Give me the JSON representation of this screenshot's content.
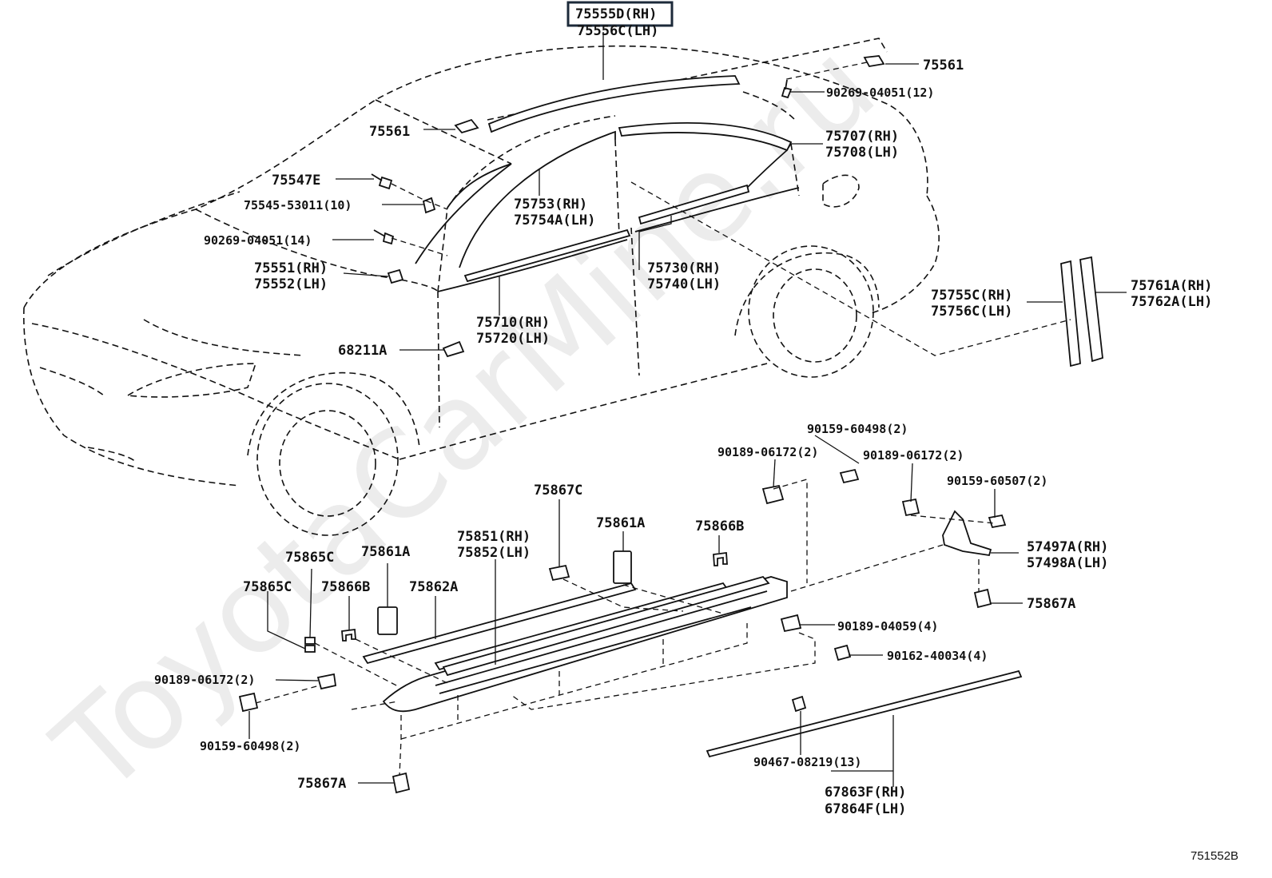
{
  "watermark": "ToyotaCarMine.ru",
  "diagram_ref": "751552B",
  "parts": {
    "p75555D": "75555D(RH)",
    "p75556C": "75556C(LH)",
    "p75561_top": "75561",
    "p90269_12": "90269-04051(12)",
    "p75561_left": "75561",
    "p75707": "75707(RH)",
    "p75708": "75708(LH)",
    "p75547E": "75547E",
    "p75545": "75545-53011(10)",
    "p75753": "75753(RH)",
    "p75754A": "75754A(LH)",
    "p90269_14": "90269-04051(14)",
    "p75551": "75551(RH)",
    "p75552": "75552(LH)",
    "p75730": "75730(RH)",
    "p75740": "75740(LH)",
    "p75755C": "75755C(RH)",
    "p75756C": "75756C(LH)",
    "p75761A": "75761A(RH)",
    "p75762A": "75762A(LH)",
    "p75710": "75710(RH)",
    "p75720": "75720(LH)",
    "p68211A": "68211A",
    "p90159_60498_top": "90159-60498(2)",
    "p90189_06172_a": "90189-06172(2)",
    "p90189_06172_b": "90189-06172(2)",
    "p90159_60507": "90159-60507(2)",
    "p75867C": "75867C",
    "p75861A_right": "75861A",
    "p75866B_right": "75866B",
    "p75851": "75851(RH)",
    "p75852": "75852(LH)",
    "p57497A": "57497A(RH)",
    "p57498A": "57498A(LH)",
    "p75865C_top": "75865C",
    "p75861A_left": "75861A",
    "p75865C_left": "75865C",
    "p75866B_left": "75866B",
    "p75862A": "75862A",
    "p75867A_right": "75867A",
    "p90189_04059": "90189-04059(4)",
    "p90162_40034": "90162-40034(4)",
    "p90189_06172_c": "90189-06172(2)",
    "p90159_60498_bottom": "90159-60498(2)",
    "p90467": "90467-08219(13)",
    "p75867A_bottom": "75867A",
    "p67863F": "67863F(RH)",
    "p67864F": "67864F(LH)"
  }
}
